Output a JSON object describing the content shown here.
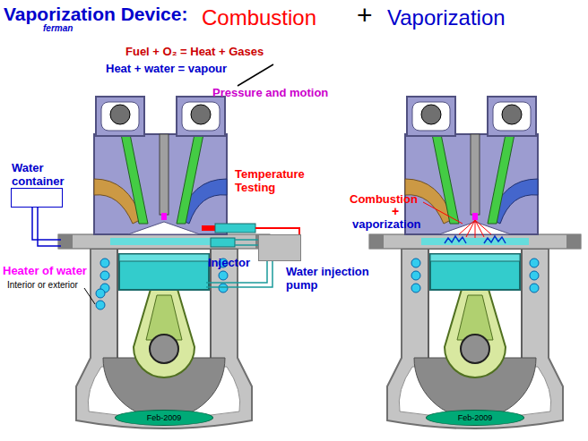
{
  "diagram": {
    "title": "Vaporization Device:",
    "nodes": [
      {
        "text": [
          "Water container"
        ]
      },
      {
        "text": [
          "Water injection pump"
        ]
      },
      {
        "text": [
          "Feb-2009"
        ]
      },
      {
        "text": [
          "Feb-2009"
        ]
      }
    ],
    "labels": [
      "ferman",
      "Combustion",
      "+",
      "Vaporization",
      "Fuel + O₂ = Heat + Gases",
      "Heat + water = vapour",
      "Pressure and motion",
      "Temperature Testing",
      "Heater of water",
      "Interior or exterior",
      "Injector",
      "Combustion",
      "+",
      "vaporization"
    ]
  }
}
